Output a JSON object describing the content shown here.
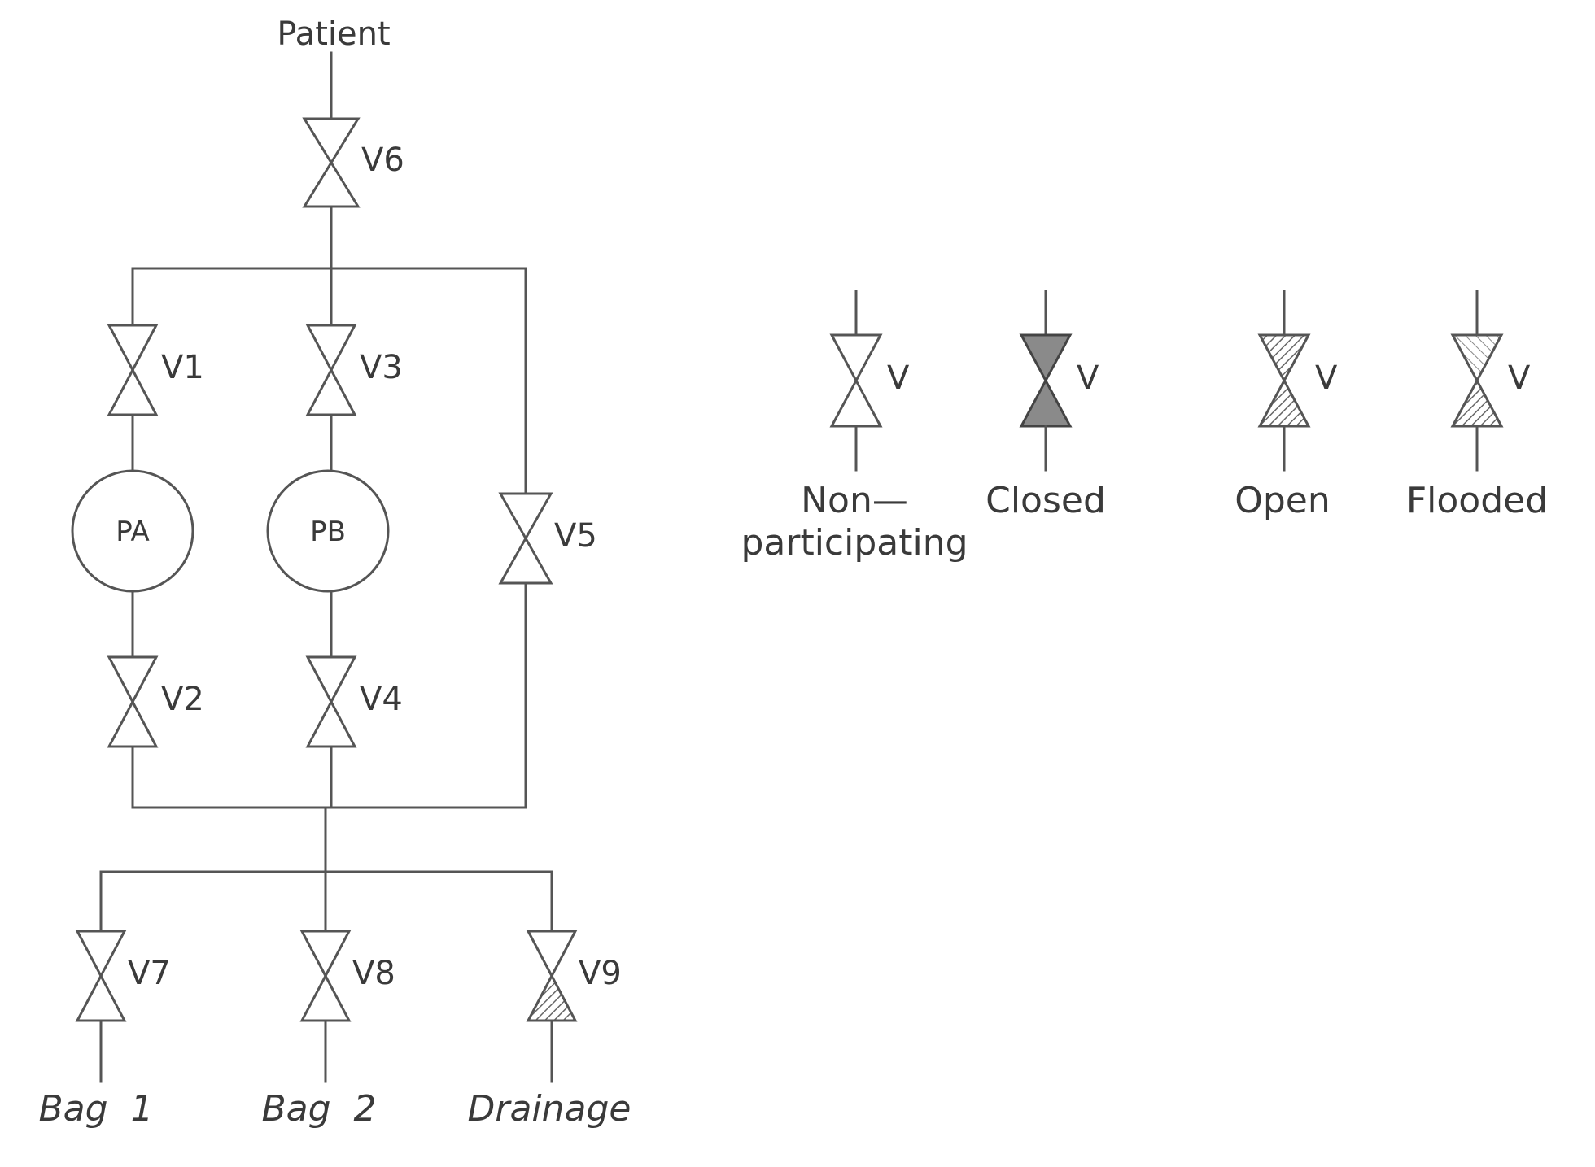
{
  "nodes": {
    "patient": "Patient",
    "bag1": "Bag  1",
    "bag2": "Bag  2",
    "drainage": "Drainage"
  },
  "valves": {
    "v1": "V1",
    "v2": "V2",
    "v3": "V3",
    "v4": "V4",
    "v5": "V5",
    "v6": "V6",
    "v7": "V7",
    "v8": "V8",
    "v9": "V9"
  },
  "pumps": {
    "pa": "PA",
    "pb": "PB"
  },
  "legend": {
    "valve_label": "V",
    "non_participating_line1": "Non—",
    "non_participating_line2": "participating",
    "closed": "Closed",
    "open": "Open",
    "flooded": "Flooded"
  },
  "colors": {
    "line": "#555555",
    "text": "#3a3a3a",
    "closed_fill": "#8a8a8a"
  }
}
